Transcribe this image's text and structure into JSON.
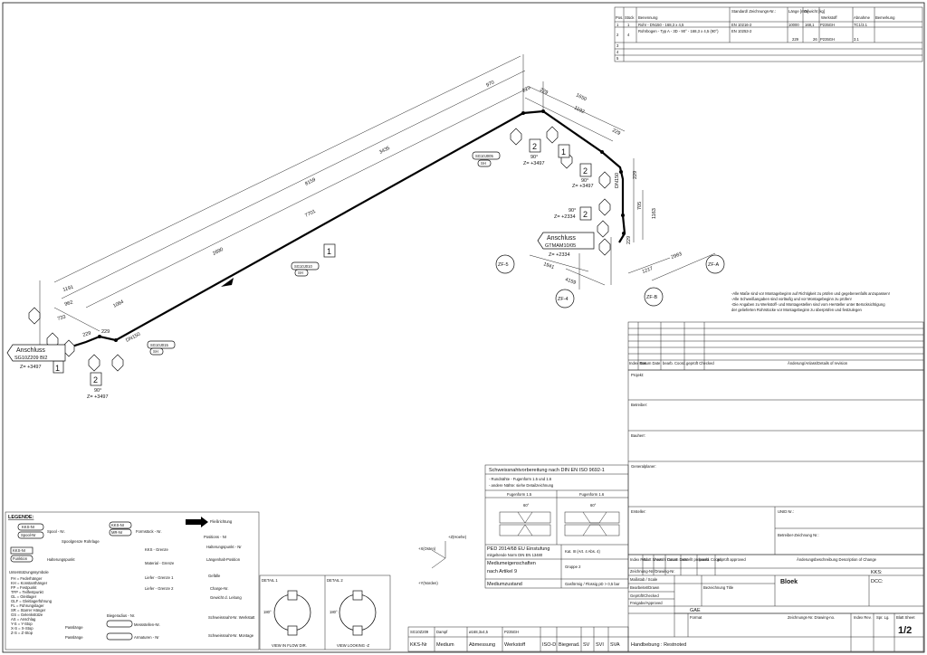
{
  "bom": {
    "headers": [
      "Pos.",
      "Stück",
      "Benennung",
      "Standard/ Zeichnungs-Nr.:",
      "Länge [mm]",
      "Gewicht [kg]",
      "Werkstoff",
      "Abnahme",
      "Bemerkung"
    ],
    "rows": [
      [
        "1",
        "1",
        "Rohr - DN150 - 168,3 x 4,5",
        "EN 10216-2",
        "10000",
        "168,1",
        "P235GH",
        "TC1/3.1",
        ""
      ],
      [
        "2",
        "4",
        "Rohrbogen - Typ A - 3D - 90° - 168,3 x 4,5 (90°)",
        "EN 10253-2",
        "229",
        "26",
        "P235GH",
        "3.1",
        ""
      ],
      [
        "3",
        "",
        "",
        "",
        "",
        "",
        "",
        "",
        ""
      ],
      [
        "4",
        "",
        "",
        "",
        "",
        "",
        "",
        "",
        ""
      ],
      [
        "5",
        "",
        "",
        "",
        "",
        "",
        "",
        "",
        ""
      ]
    ]
  },
  "dims": [
    "970",
    "229",
    "229",
    "1650",
    "1192",
    "229",
    "8159",
    "3435",
    "7701",
    "2690",
    "1064",
    "1191",
    "962",
    "733",
    "229",
    "229",
    "229",
    "705",
    "1163",
    "229",
    "1941",
    "4159",
    "1217",
    "2983",
    "DN150",
    "DN150"
  ],
  "tags": {
    "pos": [
      "1",
      "1",
      "1",
      "2",
      "2",
      "2",
      "2"
    ],
    "welds": [
      "SG10J005",
      "SH",
      "SG10J010",
      "SH",
      "SG10J015",
      "SH"
    ],
    "elbows": [
      {
        "angle": "90°",
        "z": "Z= +3497"
      },
      {
        "angle": "90°",
        "z": "Z= +3497"
      },
      {
        "angle": "90°",
        "z": "Z= +2334"
      },
      {
        "angle": "90°",
        "z": "Z= +3497"
      }
    ],
    "anschluss_left": {
      "title": "Anschluss",
      "id": "SG10Z209 BI2",
      "z": "Z= +3497"
    },
    "anschluss_right": {
      "title": "Anschluss",
      "id": "GTMAM10/05",
      "z": "Z= +2334"
    },
    "zf": [
      "ZF-5",
      "ZF-4",
      "ZF-B",
      "ZF-A"
    ]
  },
  "notes": [
    "-Alle Maße sind vor Montagebeginn auf Richtigkeit zu prüfen und gegebenenfalls anzupassen!",
    "-Alle Schweißangaben sind vorläufig und vor Montagebeginn zu prüfen!",
    "-Die Angaben zu Werkstoff- und Montagestellen sind vom Hersteller unter Berücksichtigung",
    " der gelieferten Rohrstücke vor Montagebeginn zu überprüfen und festzulegen"
  ],
  "revision": {
    "headers": [
      "Index Rev.",
      "Datum Date",
      "bearb. Coord.",
      "geprüft Checked",
      "Änderung/Anlass/Details of revision"
    ]
  },
  "fields": [
    "Projekt:",
    "Betreiber:",
    "Bauherr:",
    "Generalplaner:",
    "Ersteller:",
    "UNID Nr.:",
    "Betreiber-Zeichnung Nr.:"
  ],
  "weld": {
    "title": "Schweissnahtvorbereitung nach DIN EN ISO 9692-1",
    "lines": [
      "- Rundnähte - Fugenform 1.5 und 1.6",
      "- andere Nähte: siehe Detailzeichnung"
    ],
    "f15": "Fugenform 1.5",
    "f16": "Fugenform 1.6",
    "a60": "60°",
    "a60b": "60°",
    "ped": "PED 2014/68 EU Einstufung",
    "ped2": "mitgeltende Norm DIN EN 13480",
    "mkk": "Kat. III (Art. 4 Abs. 4)",
    "med": "Mediumeigenschaften",
    "med2": "nach Artikel 9",
    "gruppe": "Gruppe 2",
    "mz": "Mediumzustand",
    "gas": "Gasförmig / Flüssig pD > 0,5 bar"
  },
  "axes": {
    "z": "+Z(Hoehe)",
    "x": "+X(Osten)",
    "y": "+Y(Norden)"
  },
  "details": {
    "d1": "DETAIL 1",
    "d2": "DETAIL 2",
    "v1": "VIEW IN FLOW DIR.",
    "v2": "VIEW LOOKING -Z",
    "a1": "180°",
    "a2": "180°"
  },
  "strip": {
    "values": [
      "SG10Z209",
      "Dampf",
      "ø168,3x4,5",
      "P235GH",
      "",
      "",
      "",
      ""
    ],
    "labels": [
      "KKS-Nr",
      "Medium",
      "Abmessung",
      "Werkstoff",
      "ISO-D",
      "Biegerad.",
      "SV",
      "SVI",
      "SVA"
    ]
  },
  "title_block": {
    "hdr1": [
      "Index Rev.",
      "Blatt Sheet",
      "Anzahl Count",
      "Datum Date",
      "erstellt prepared",
      "bearb. Coord.",
      "geprüft approved",
      "Änderungsbeschreibung Description of Change"
    ],
    "rows": [
      "Zeichnung-Nr./Drawing-Nr.",
      "Maßstab / Scale",
      "Bearbeitet/Drawn",
      "Geprüft/Checked",
      "Freigabe/Approved"
    ],
    "bez": "Bezeichnung Title",
    "block": "Bloek",
    "kks": "KKS:",
    "dcc": "DCC:",
    "gae": "GAE",
    "format": "Format",
    "znr": "Zeichnungs-Nr. Drawing-no.",
    "index": "Index Rev.",
    "spr": "Spr. Lg.",
    "blatt": "Blatt Sheet",
    "sheet": "1/2",
    "hb": "Handbebung : Restnoted"
  },
  "legend": {
    "title": "LEGENDE:",
    "items": [
      "KKS-Nr",
      "Spool-Nr",
      "KKS-Nr",
      "Funktion",
      "Spool - Nr.",
      "Spoolgrenze Rohrlage",
      "Halterungspunkt",
      "KKS-Nr",
      "MR-Nr",
      "Formstück - Nr.",
      "KKS - Grenze",
      "Material - Grenze",
      "Liefer - Grenze 1",
      "Liefer - Grenze 2",
      "Biegeradius - Nr.",
      "Fließrichtung",
      "Positions - Nr",
      "Halterungspunkt - Nr",
      "Längenhalt-Position",
      "Gefälle",
      "Charge-Nr.",
      "Gewicht d. Leitung",
      "Schweissnaht-Nr. Werkstatt",
      "Schweissnaht-Nr. Montage",
      "Messstellen-Nr.",
      "Armaturen - Nr",
      "Passlänge",
      "Passlänge"
    ],
    "support_title": "Unterstützungssymbole",
    "supports": [
      "FH = Federhänger",
      "KH = Konstanthänger",
      "FP = Festpunkt",
      "TFP = Teilfestpunkt",
      "GL = Gleitlager",
      "GLF = Gleitlagerführung",
      "FL = Führungslager",
      "SR = Starrer Hänger",
      "GS = Gelenkstütze",
      "AS = Anschlag",
      "Y-S = Y-Stop",
      "X-S = X-Stop",
      "Z-S = Z-Stop"
    ]
  }
}
